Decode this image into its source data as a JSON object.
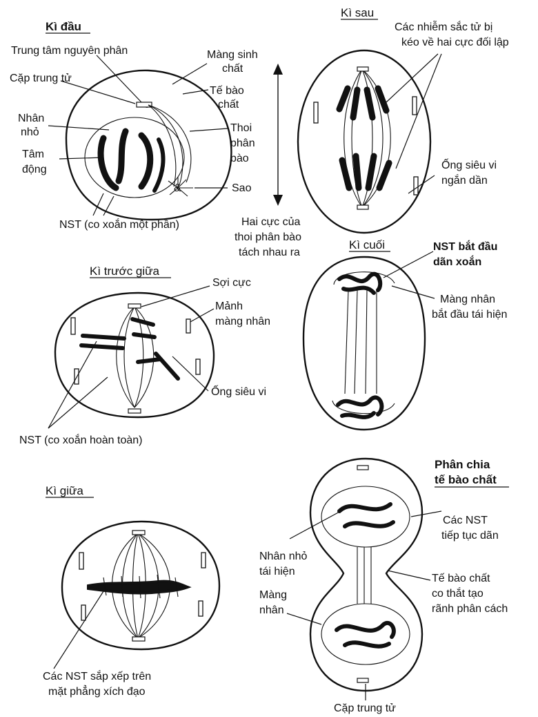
{
  "stages": {
    "prophase": {
      "title": "Kì đầu",
      "labels": {
        "mitotic_center": "Trung tâm nguyên phân",
        "centriole_pair": "Cặp trung tử",
        "membrane_1": "Màng sinh",
        "membrane_2": "chất",
        "cytoplasm_1": "Tế bào",
        "cytoplasm_2": "chất",
        "nucleolus_1": "Nhân",
        "nucleolus_2": "nhỏ",
        "centromere_1": "Tâm",
        "centromere_2": "động",
        "spindle_1": "Thoi",
        "spindle_2": "phân",
        "spindle_3": "bào",
        "aster": "Sao",
        "chromosome": "NST (co xoắn một phần)"
      }
    },
    "poles_note": {
      "line_1": "Hai cực của",
      "line_2": "thoi phân bào",
      "line_3": "tách nhau ra"
    },
    "anaphase": {
      "title": "Kì sau",
      "labels": {
        "pulled_1": "Các nhiễm sắc tử bị",
        "pulled_2": "kéo về hai cực đối lập",
        "microtubule_1": "Ống siêu vi",
        "microtubule_2": "ngắn dần"
      }
    },
    "prometaphase": {
      "title": "Kì trước giữa",
      "labels": {
        "polar_fiber": "Sợi cực",
        "envelope_frag_1": "Mảnh",
        "envelope_frag_2": "màng nhân",
        "microtubule": "Ống siêu vi",
        "chromosome": "NST (co xoắn hoàn toàn)"
      }
    },
    "telophase": {
      "title": "Kì cuối",
      "labels": {
        "decondense_1": "NST bắt đầu",
        "decondense_2": "dãn xoắn",
        "envelope_1": "Màng nhân",
        "envelope_2": "bắt đầu tái hiện"
      }
    },
    "cytokinesis": {
      "title_1": "Phân chia",
      "title_2": "tế bào chất",
      "labels": {
        "chromosome_1": "Các NST",
        "chromosome_2": "tiếp tục dãn",
        "nucleolus_1": "Nhân nhỏ",
        "nucleolus_2": "tái hiện",
        "membrane_1": "Màng",
        "membrane_2": "nhân",
        "furrow_1": "Tế bào chất",
        "furrow_2": "co thắt tạo",
        "furrow_3": "rãnh phân cách",
        "centriole_pair": "Cặp trung tử"
      }
    },
    "metaphase": {
      "title": "Kì giữa",
      "labels": {
        "align_1": "Các NST sắp xếp trên",
        "align_2": "mặt phẳng xích đạo"
      }
    }
  }
}
